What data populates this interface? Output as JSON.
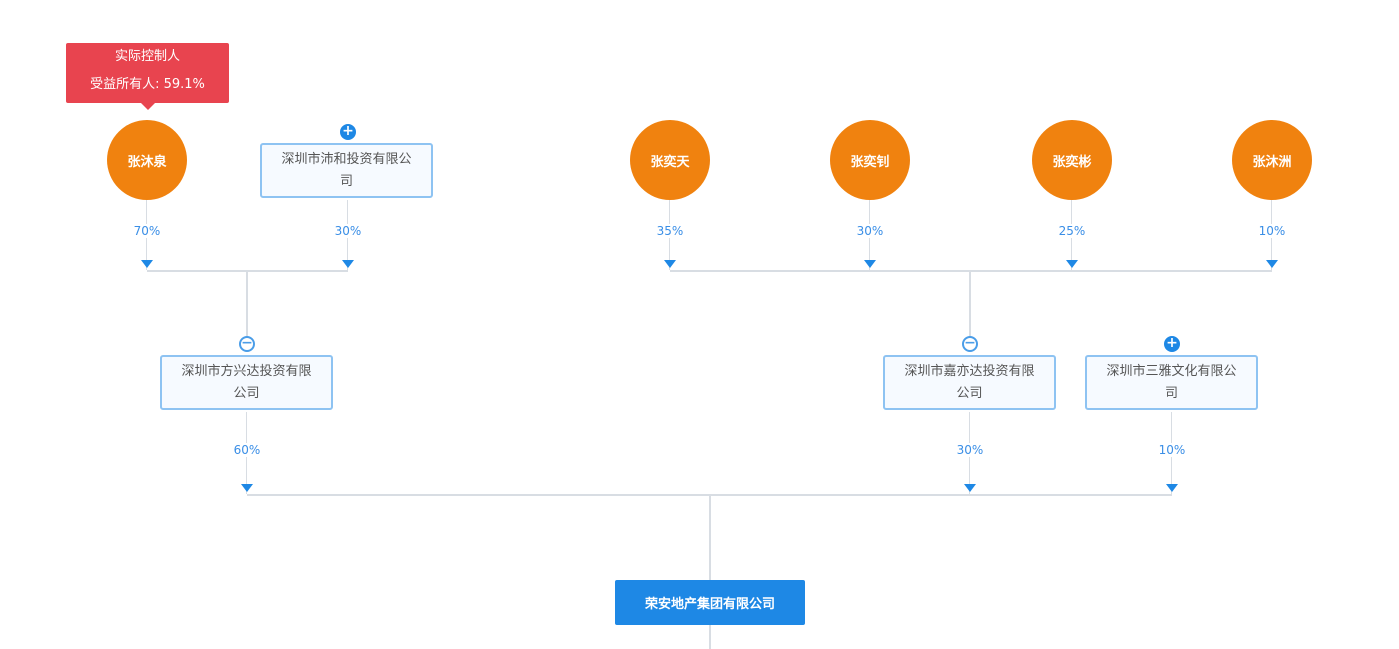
{
  "controller_tag": {
    "line1": "实际控制人",
    "line2": "受益所有人: 59.1%"
  },
  "top_shareholders": [
    {
      "name": "张沐泉",
      "type": "person",
      "percent": "70%"
    },
    {
      "name": "深圳市沛和投资有限公司",
      "type": "company",
      "percent": "30%",
      "toggle": "expand"
    },
    {
      "name": "张奕天",
      "type": "person",
      "percent": "35%"
    },
    {
      "name": "张奕钊",
      "type": "person",
      "percent": "30%"
    },
    {
      "name": "张奕彬",
      "type": "person",
      "percent": "25%"
    },
    {
      "name": "张沐洲",
      "type": "person",
      "percent": "10%"
    }
  ],
  "mid_shareholders": [
    {
      "name": "深圳市方兴达投资有限公司",
      "percent": "60%",
      "toggle": "collapse"
    },
    {
      "name": "深圳市嘉亦达投资有限公司",
      "percent": "30%",
      "toggle": "collapse"
    },
    {
      "name": "深圳市三雅文化有限公司",
      "percent": "10%",
      "toggle": "expand"
    }
  ],
  "target_company": "荣安地产集团有限公司",
  "colors": {
    "person": "#f0820f",
    "company_border": "#8ec3f2",
    "target": "#1e88e5",
    "tag": "#e8444f",
    "percent": "#3a8ee6"
  }
}
